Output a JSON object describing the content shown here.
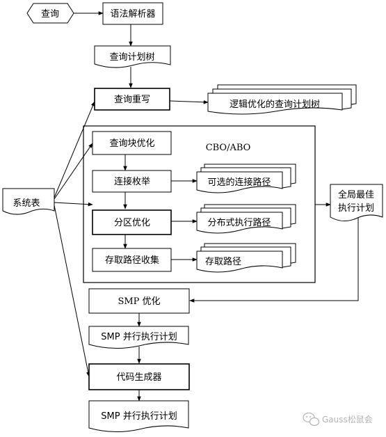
{
  "nodes": {
    "query": "查询",
    "parser": "语法解析器",
    "query_plan_tree": "查询计划树",
    "query_rewrite": "查询重写",
    "logical_optimized_plan_tree": "逻辑优化的查询计划树",
    "cbo_abo": "CBO/ABO",
    "query_block_optimization": "查询块优化",
    "join_enumeration": "连接枚举",
    "optional_join_paths": "可选的连接路径",
    "partition_optimization": "分区优化",
    "distributed_execution_paths": "分布式执行路径",
    "access_path_collection": "存取路径收集",
    "access_paths": "存取路径",
    "system_tables": "系统表",
    "global_best_plan_line1": "全局最佳",
    "global_best_plan_line2": "执行计划",
    "smp_optimization": "SMP 优化",
    "smp_parallel_plan_1": "SMP 并行执行计划",
    "code_generator": "代码生成器",
    "smp_parallel_plan_2": "SMP 并行执行计划"
  },
  "watermark": {
    "text": "Gauss松鼠会",
    "icon": "wechat-icon"
  }
}
